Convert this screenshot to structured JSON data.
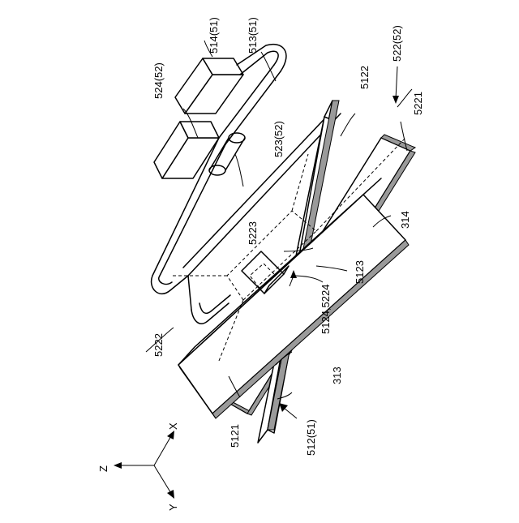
{
  "labels": {
    "l514": "514(51)",
    "l513": "513(51)",
    "l524": "524(52)",
    "l522": "522(52)",
    "l5122": "5122",
    "l5221": "5221",
    "l523": "523(52)",
    "l314": "314",
    "l5223": "5223",
    "l5123": "5123",
    "l5124": "5124,5224",
    "l5222": "5222",
    "l313": "313",
    "l5121": "5121",
    "l512": "512(51)"
  },
  "axes": {
    "x": "X",
    "y": "Y",
    "z": "Z"
  }
}
